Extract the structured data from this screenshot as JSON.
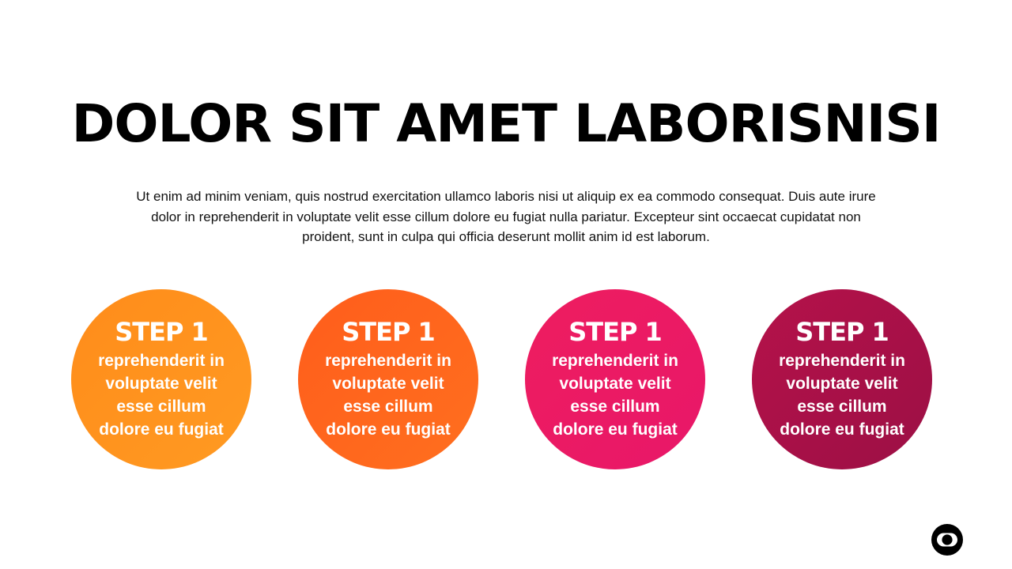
{
  "slide": {
    "title": "DOLOR SIT AMET LABORISNISI",
    "body": "Ut enim ad minim veniam, quis nostrud exercitation ullamco laboris nisi ut aliquip ex ea commodo consequat. Duis aute irure dolor in reprehenderit in voluptate velit esse cillum dolore eu fugiat nulla pariatur. Excepteur sint occaecat cupidatat non proident, sunt in culpa qui officia deserunt mollit anim id est laborum."
  },
  "steps": [
    {
      "title": "STEP 1",
      "text": "reprehenderit in voluptate velit esse cillum dolore eu fugiat",
      "color_from": "#ff8c1a",
      "color_to": "#ff9a22"
    },
    {
      "title": "STEP 1",
      "text": "reprehenderit in voluptate velit esse cillum dolore eu fugiat",
      "color_from": "#ff5d1c",
      "color_to": "#ff6f1e"
    },
    {
      "title": "STEP 1",
      "text": "reprehenderit in voluptate velit esse cillum dolore eu fugiat",
      "color_from": "#ee1d5f",
      "color_to": "#e81769"
    },
    {
      "title": "STEP 1",
      "text": "reprehenderit in voluptate velit esse cillum dolore eu fugiat",
      "color_from": "#b5124a",
      "color_to": "#9c0f45"
    }
  ],
  "logo": {
    "icon": "globo-logo-icon",
    "color": "#000000"
  }
}
